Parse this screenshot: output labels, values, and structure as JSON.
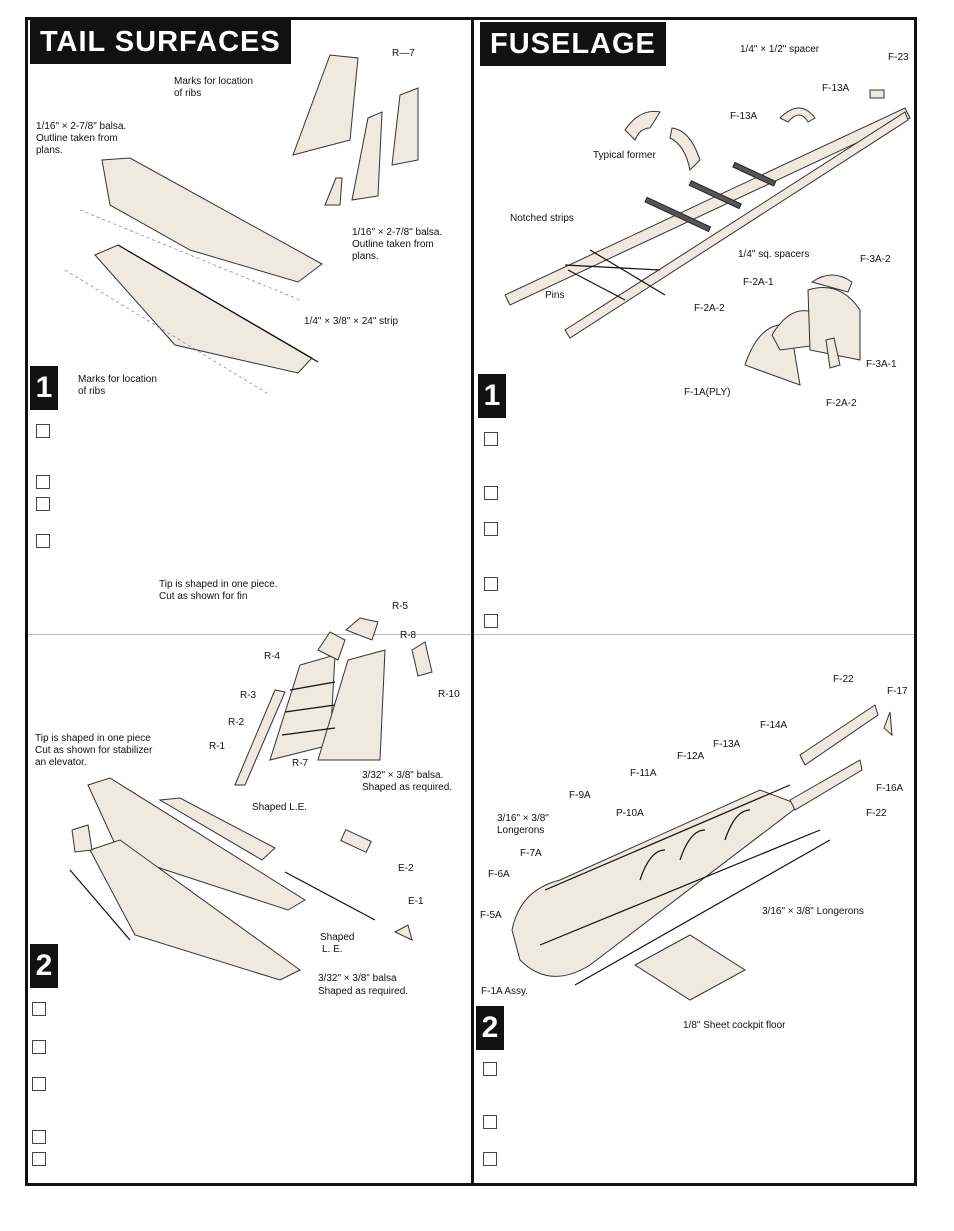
{
  "left": {
    "title": "TAIL SURFACES",
    "step1": {
      "number": "1",
      "labels": {
        "r7": "R—7",
        "marks_ribs_top_1": "Marks for location",
        "marks_ribs_top_2": "of ribs",
        "balsa_plans_1": "1/16\" × 2-7/8\" balsa.",
        "balsa_plans_2": "Outline taken from",
        "balsa_plans_3": "plans.",
        "balsa_plans_right_1": "1/16\" × 2-7/8\" balsa.",
        "balsa_plans_right_2": "Outline taken from",
        "balsa_plans_right_3": "plans.",
        "strip": "1/4\" × 3/8\" × 24\" strip",
        "marks_ribs_bottom_1": "Marks for location",
        "marks_ribs_bottom_2": "of ribs"
      }
    },
    "step2": {
      "number": "2",
      "labels": {
        "tip_fin_1": "Tip is shaped in one piece.",
        "tip_fin_2": "Cut as shown for fin",
        "r5": "R-5",
        "r8": "R-8",
        "r4": "R-4",
        "r3": "R-3",
        "r2": "R-2",
        "r1": "R-1",
        "r7": "R-7",
        "r10": "R-10",
        "balsa_req_1": "3/32\" × 3/8\" balsa.",
        "balsa_req_2": "Shaped as required.",
        "shaped_le": "Shaped L.E.",
        "tip_stab_1": "Tip is shaped in one piece",
        "tip_stab_2": "Cut as shown for stabilizer",
        "tip_stab_3": "an elevator.",
        "e2": "E-2",
        "e1": "E-1",
        "shaped_le2_1": "Shaped",
        "shaped_le2_2": "L. E.",
        "balsa_req2_1": "3/32\" × 3/8\" balsa",
        "balsa_req2_2": "Shaped as required."
      }
    }
  },
  "right": {
    "title": "FUSELAGE",
    "step1": {
      "number": "1",
      "labels": {
        "spacer": "1/4\" × 1/2\" spacer",
        "f23": "F-23",
        "f13a_1": "F-13A",
        "f13a_2": "F-13A",
        "typical_former": "Typical former",
        "notched_strips": "Notched strips",
        "sq_spacers": "1/4\" sq. spacers",
        "f3a2": "F-3A-2",
        "f2a1": "F-2A-1",
        "f2a2_top": "F-2A-2",
        "pins": "Pins",
        "f3a1": "F-3A-1",
        "f1a_ply": "F-1A(PLY)",
        "f2a2_bottom": "F-2A-2"
      }
    },
    "step2": {
      "number": "2",
      "labels": {
        "f22_top": "F-22",
        "f17": "F-17",
        "f14a": "F-14A",
        "f13a": "F-13A",
        "f12a": "F-12A",
        "f11a": "F-11A",
        "f16a": "F-16A",
        "f22_bottom": "F-22",
        "f9a": "F-9A",
        "p10a": "P-10A",
        "longerons_1": "3/16\" × 3/8\"",
        "longerons_2": "Longerons",
        "f7a": "F-7A",
        "f6a": "F-6A",
        "f5a": "F-5A",
        "longerons_right": "3/16\" × 3/8\" Longerons",
        "f1a_assy": "F-1A Assy.",
        "cockpit_floor": "1/8\" Sheet cockpit floor"
      }
    }
  }
}
